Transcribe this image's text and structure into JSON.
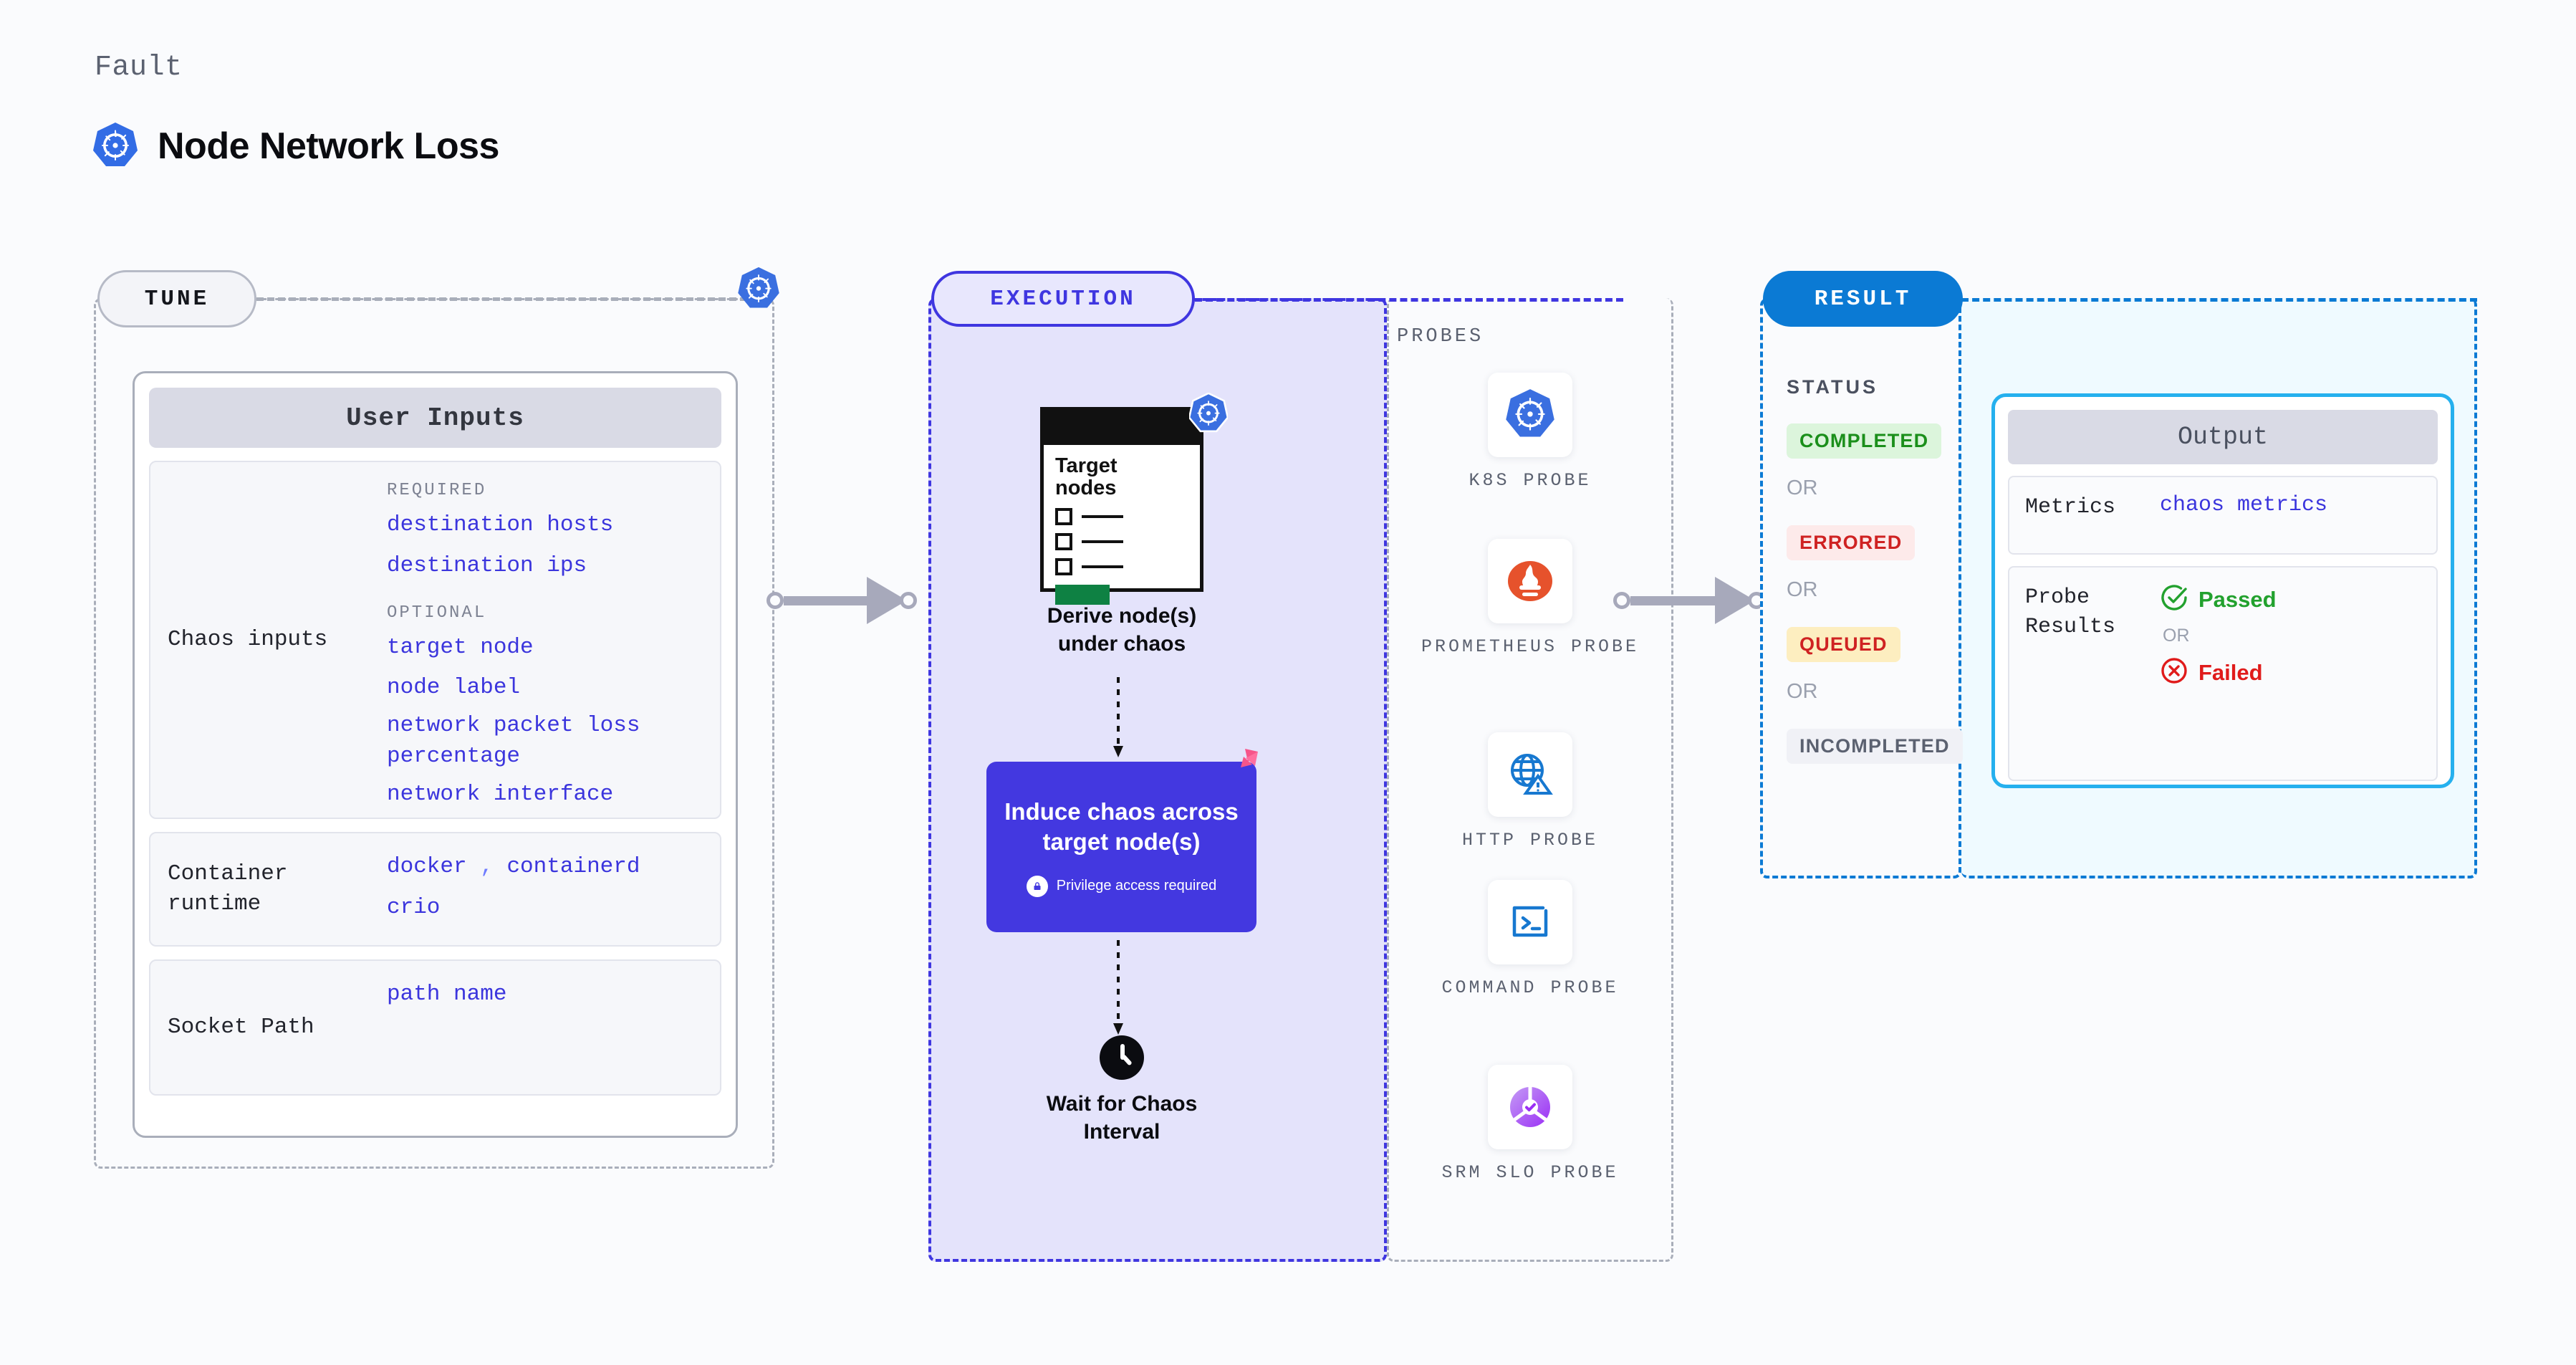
{
  "header": {
    "eyebrow": "Fault",
    "title": "Node Network Loss",
    "logo_icon": "kubernetes-icon"
  },
  "tune": {
    "badge": "TUNE",
    "k8s_icon": "kubernetes-icon",
    "panel_title": "User Inputs",
    "rows": [
      {
        "label": "Chaos inputs",
        "groups": [
          {
            "title": "REQUIRED",
            "values": [
              "destination hosts",
              "destination ips"
            ]
          },
          {
            "title": "OPTIONAL",
            "values": [
              "target node",
              "node label",
              "network packet loss percentage",
              "network interface"
            ]
          }
        ]
      },
      {
        "label": "Container runtime",
        "values_line1_a": "docker",
        "values_line1_sep": ",",
        "values_line1_b": "containerd",
        "values_line2": "crio"
      },
      {
        "label": "Socket Path",
        "value": "path name"
      }
    ]
  },
  "execution": {
    "badge": "EXECUTION",
    "steps": [
      {
        "caption_line1": "Derive node(s)",
        "caption_line2": "under chaos",
        "card_title_line1": "Target",
        "card_title_line2": "nodes",
        "icon": "kubernetes-icon"
      },
      {
        "caption_line1": "Induce chaos across",
        "caption_line2": "target node(s)",
        "privilege": "Privilege access required",
        "privilege_icon": "lock-icon",
        "corner_icon": "litmus-chaos-icon"
      },
      {
        "caption_line1": "Wait for Chaos",
        "caption_line2": "Interval",
        "icon": "clock-icon"
      }
    ]
  },
  "probes": {
    "title": "PROBES",
    "items": [
      {
        "label": "K8S PROBE",
        "icon": "kubernetes-icon"
      },
      {
        "label": "PROMETHEUS PROBE",
        "icon": "prometheus-icon"
      },
      {
        "label": "HTTP PROBE",
        "icon": "globe-warning-icon"
      },
      {
        "label": "COMMAND PROBE",
        "icon": "terminal-icon"
      },
      {
        "label": "SRM SLO PROBE",
        "icon": "srm-slo-icon"
      }
    ]
  },
  "result": {
    "badge": "RESULT",
    "status_title": "STATUS",
    "or_label": "OR",
    "statuses": [
      {
        "label": "COMPLETED",
        "bg": "#dcf5dc",
        "fg": "#1b8f1b"
      },
      {
        "label": "ERRORED",
        "bg": "#fdeaea",
        "fg": "#cf2222"
      },
      {
        "label": "QUEUED",
        "bg": "#fdeec0",
        "fg": "#cf2222"
      },
      {
        "label": "INCOMPLETED",
        "bg": "#f0f1f6",
        "fg": "#5b6170"
      }
    ]
  },
  "output": {
    "title": "Output",
    "metrics_label": "Metrics",
    "metrics_value": "chaos metrics",
    "probe_results_label_line1": "Probe",
    "probe_results_label_line2": "Results",
    "passed": "Passed",
    "passed_icon": "check-circle-icon",
    "or_label": "OR",
    "failed": "Failed",
    "failed_icon": "x-circle-icon"
  },
  "colors": {
    "accent_purple": "#3f36e0",
    "accent_blue": "#0b7ad4",
    "accent_cyan": "#25b0ee",
    "kubernetes_blue": "#326ce5",
    "value_text": "#3b35dd",
    "muted": "#5b6170"
  }
}
